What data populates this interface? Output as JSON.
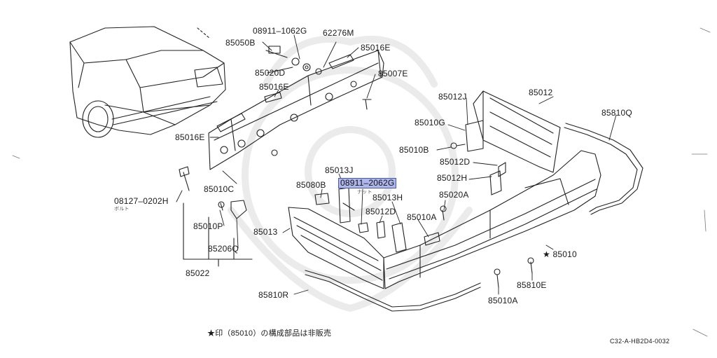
{
  "labels": {
    "p_08911_1062G": "08911–1062G",
    "p_62276M": "62276M",
    "p_85050B": "85050B",
    "p_85016E_top": "85016E",
    "p_85020D": "85020D",
    "p_85007E": "85007E",
    "p_85016E_mid": "85016E",
    "p_85016E_left": "85016E",
    "p_85010C": "85010C",
    "p_08127_0202H": "08127–0202H",
    "p_08127_sub": "ボルト",
    "p_85010P": "85010P",
    "p_85206Q": "85206Q",
    "p_85022": "85022",
    "p_85080B": "85080B",
    "p_85013J": "85013J",
    "p_08911_2062G": "08911–2062G",
    "p_08911_2062G_sub": "ナット",
    "p_85013H": "85013H",
    "p_85012D_low": "85012D",
    "p_85010A_mid": "85010A",
    "p_85020A": "85020A",
    "p_85013": "85013",
    "p_85810R": "85810R",
    "p_85012J": "85012J",
    "p_85012": "85012",
    "p_85010G": "85010G",
    "p_85010B": "85010B",
    "p_85012D_up": "85012D",
    "p_85012H": "85012H",
    "p_85810Q": "85810Q",
    "p_85010_star": "★ 85010",
    "p_85810E": "85810E",
    "p_85010A_low": "85010A"
  },
  "footnote": "★印（85010）の構成部品は非販売",
  "diagram_code": "C32-A-HB2D4-0032",
  "highlight_color": "#aeb7ec"
}
